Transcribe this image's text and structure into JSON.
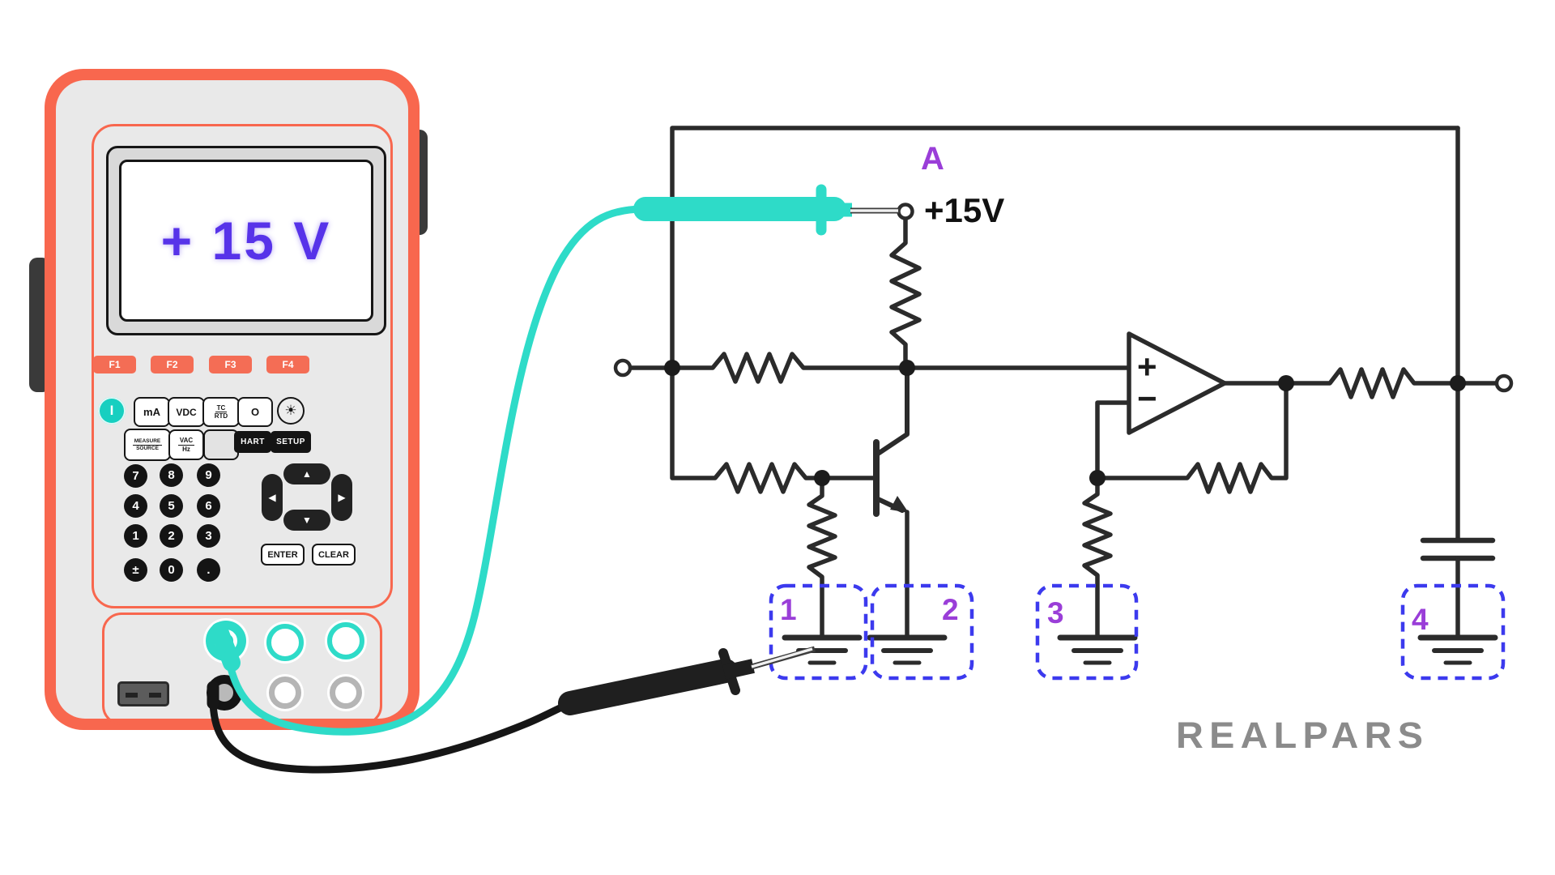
{
  "brand": {
    "logo_text": "REALPARS"
  },
  "meter": {
    "display_value": "+ 15 V",
    "softkeys": [
      "F1",
      "F2",
      "F3",
      "F4"
    ],
    "power_label": "I",
    "backlight_icon": "☀",
    "keys": {
      "ma": "mA",
      "vdc": "VDC",
      "tc": "TC",
      "rtd": "RTD",
      "ohm": "O",
      "measure": "MEASURE",
      "source": "SOURCE",
      "vac": "VAC",
      "hz": "Hz",
      "hart": "HART",
      "setup": "SETUP",
      "enter": "ENTER",
      "clear": "CLEAR"
    },
    "keypad": [
      "7",
      "8",
      "9",
      "4",
      "5",
      "6",
      "1",
      "2",
      "3",
      "±",
      "0",
      "."
    ],
    "arrows": {
      "up": "▲",
      "down": "▼",
      "left": "◀",
      "right": "▶"
    }
  },
  "circuit": {
    "probe_label": "A",
    "supply_label": "+15V",
    "opamp_plus": "+",
    "opamp_minus": "−",
    "ground_tags": [
      "1",
      "2",
      "3",
      "4"
    ]
  },
  "colors": {
    "accent_orange": "#f8674e",
    "teal": "#2edbc8",
    "display_purple": "#5733e9",
    "label_purple": "#9a3ed8",
    "dashed_blue": "#3c3aee",
    "line_dark": "#2b2b2b",
    "logo_gray": "#8b8b8b"
  }
}
